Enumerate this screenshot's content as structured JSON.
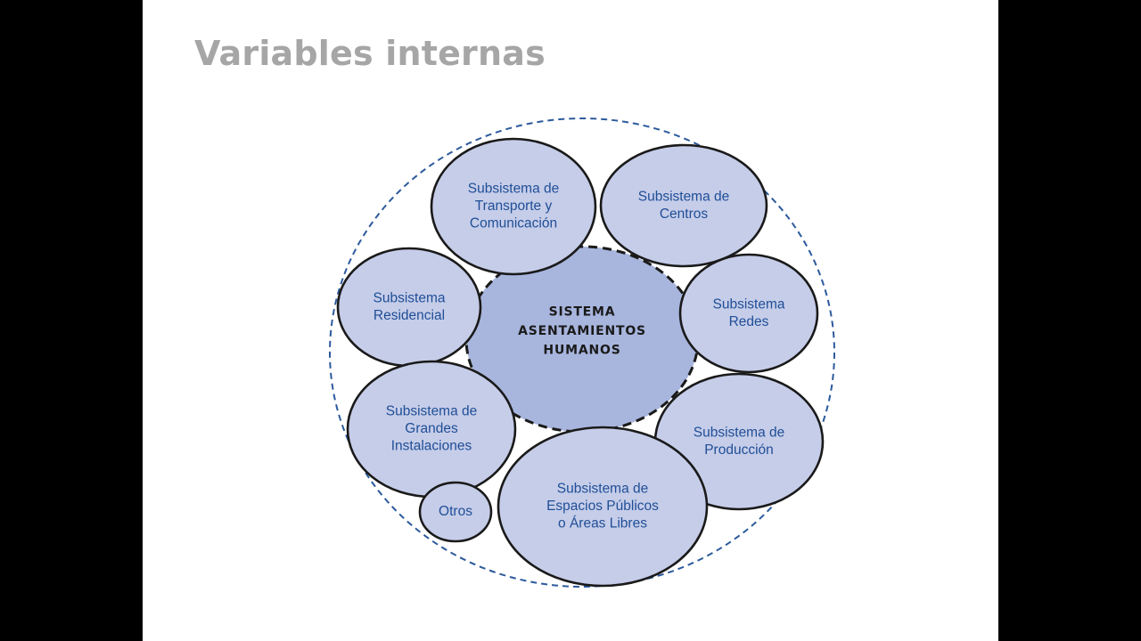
{
  "slide": {
    "title": "Variables internas"
  },
  "diagram": {
    "colors": {
      "bubble_fill": "#c6cde9",
      "center_fill": "#a8b6de",
      "outline": "#1a1a1a",
      "dashed_ring": "#2c5a9c",
      "label": "#1f4e96",
      "center_label": "#1a1a1a"
    },
    "center": {
      "lines": [
        "SISTEMA",
        "ASENTAMIENTOS",
        "HUMANOS"
      ]
    },
    "subsystems": [
      {
        "id": "transporte",
        "lines": [
          "Subsistema de",
          "Transporte y",
          "Comunicación"
        ]
      },
      {
        "id": "centros",
        "lines": [
          "Subsistema de",
          "Centros"
        ]
      },
      {
        "id": "residencial",
        "lines": [
          "Subsistema",
          "Residencial"
        ]
      },
      {
        "id": "redes",
        "lines": [
          "Subsistema",
          "Redes"
        ]
      },
      {
        "id": "grandes-instalaciones",
        "lines": [
          "Subsistema de",
          "Grandes",
          "Instalaciones"
        ]
      },
      {
        "id": "produccion",
        "lines": [
          "Subsistema de",
          "Producción"
        ]
      },
      {
        "id": "espacios-publicos",
        "lines": [
          "Subsistema de",
          "Espacios Públicos",
          "o Áreas Libres"
        ]
      },
      {
        "id": "otros",
        "lines": [
          "Otros"
        ]
      }
    ]
  }
}
